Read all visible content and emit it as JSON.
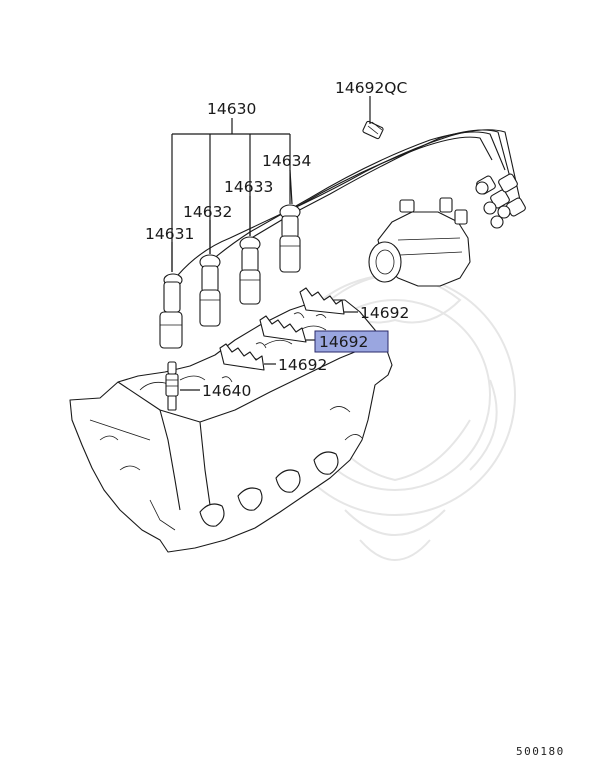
{
  "callouts": {
    "c14692qc": "14692QC",
    "c14630": "14630",
    "c14634": "14634",
    "c14633": "14633",
    "c14632": "14632",
    "c14631": "14631",
    "c14692_top": "14692",
    "c14692_selected": "14692",
    "c14692_lower": "14692",
    "c14640": "14640"
  },
  "diagram_code": "500180",
  "colors": {
    "highlight": "#9aa6e0",
    "line": "#1a1a1a"
  }
}
